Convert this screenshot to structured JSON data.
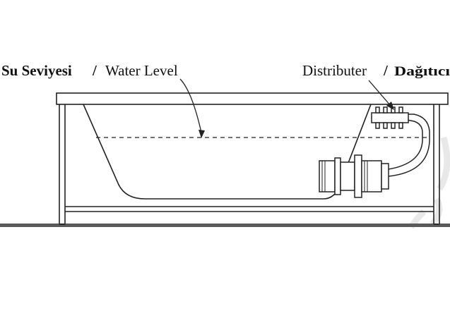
{
  "labels": {
    "water_level_tr": "Su Seviyesi",
    "separator": "/",
    "water_level_en": "Water Level",
    "distributor_en": "Distributer",
    "distributor_separator": "/",
    "distributor_tr": "Dağıtıcı"
  },
  "colors": {
    "line": "#222222",
    "floor": "#5a5a5a",
    "watermark": "#e8e8e8",
    "background": "#ffffff"
  }
}
